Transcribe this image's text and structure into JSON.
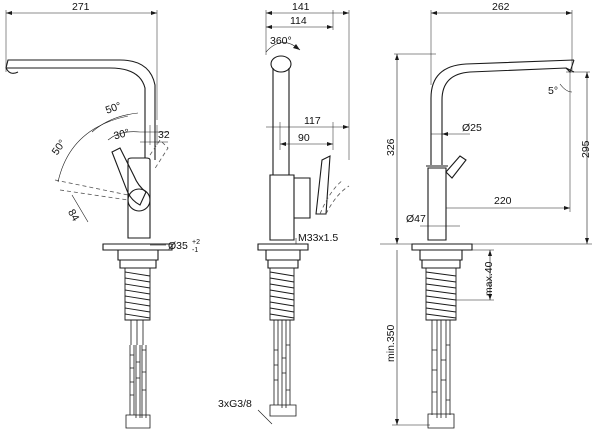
{
  "views": {
    "front": {
      "overall_width": "271",
      "angle_outer": "50°",
      "angle_mid": "30°",
      "angle_side": "50°",
      "handle_offset": "32",
      "handle_length": "84",
      "base_diameter": "Ø35",
      "base_tol_upper": "+2",
      "base_tol_lower": "-1"
    },
    "side": {
      "overall_depth": "141",
      "spout_depth": "114",
      "rotation": "360°",
      "lever_117": "117",
      "lever_90": "90",
      "thread": "M33x1.5",
      "hoses": "3xG3/8"
    },
    "right": {
      "overall_width": "262",
      "spout_tilt": "5°",
      "height_total": "326",
      "spout_height": "295",
      "spout_diameter": "Ø25",
      "reach": "220",
      "body_diameter": "Ø47",
      "max_deck": "max.40",
      "min_hose": "min.350"
    }
  }
}
